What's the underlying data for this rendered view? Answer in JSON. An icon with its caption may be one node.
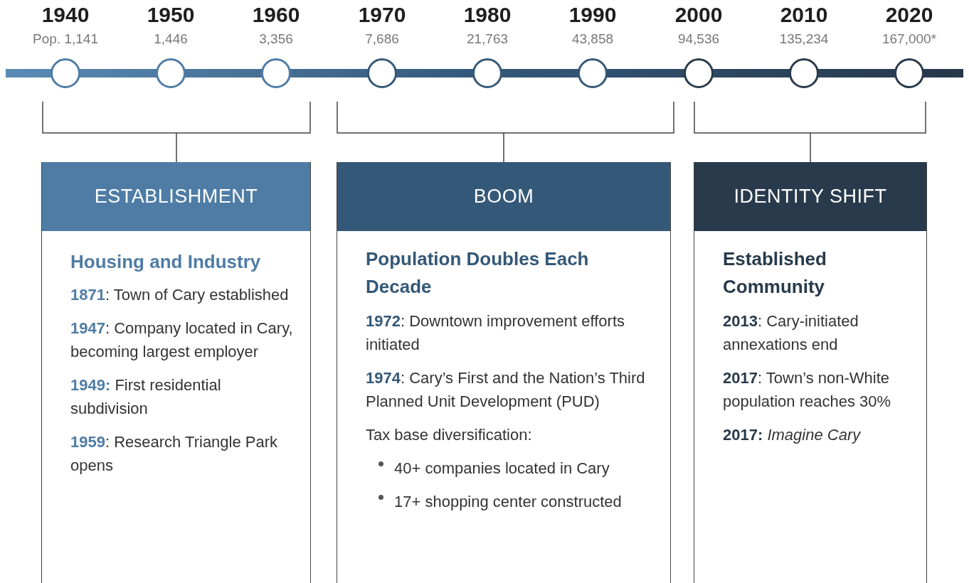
{
  "diagram": {
    "nodes": [
      {
        "text": [],
        "shape": "circle",
        "beside": [
          "1940",
          "Pop. 1,141"
        ]
      },
      {
        "text": [],
        "shape": "circle",
        "beside": [
          "1950",
          "1,446"
        ]
      },
      {
        "text": [],
        "shape": "circle",
        "beside": [
          "1960",
          "3,356"
        ]
      },
      {
        "text": [],
        "shape": "circle",
        "beside": [
          "1970",
          "7,686"
        ]
      },
      {
        "text": [],
        "shape": "circle",
        "beside": [
          "1980",
          "21,763"
        ]
      },
      {
        "text": [],
        "shape": "circle",
        "beside": [
          "1990",
          "43,858"
        ]
      },
      {
        "text": [],
        "shape": "circle",
        "beside": [
          "2000",
          "94,536"
        ]
      },
      {
        "text": [],
        "shape": "circle",
        "beside": [
          "2010",
          "135,234"
        ]
      },
      {
        "text": [],
        "shape": "circle",
        "beside": [
          "2020",
          "167,000*"
        ]
      },
      {
        "text": [
          "ESTABLISHMENT",
          "Housing and Industry",
          "**1871**: Town of Cary established",
          "**1947**: Company located in Cary, becoming largest employer",
          "**1949:** First residential subdivision",
          "**1959**: Research Triangle Park opens"
        ]
      },
      {
        "text": [
          "BOOM",
          "Population Doubles Each Decade",
          "**1972**: Downtown improvement efforts initiated",
          "**1974**: Cary’s First and the Nation’s Third Planned Unit Development (PUD)",
          "Tax base diversification:",
          "40+ companies located in Cary",
          "17+ shopping center constructed"
        ]
      },
      {
        "text": [
          "IDENTITY SHIFT",
          "Established Community",
          "**2013**: Cary-initiated annexations end",
          "**2017**: Town’s non-White population reaches 30%",
          "**2017:** *Imagine Cary*"
        ]
      }
    ],
    "edges": []
  }
}
